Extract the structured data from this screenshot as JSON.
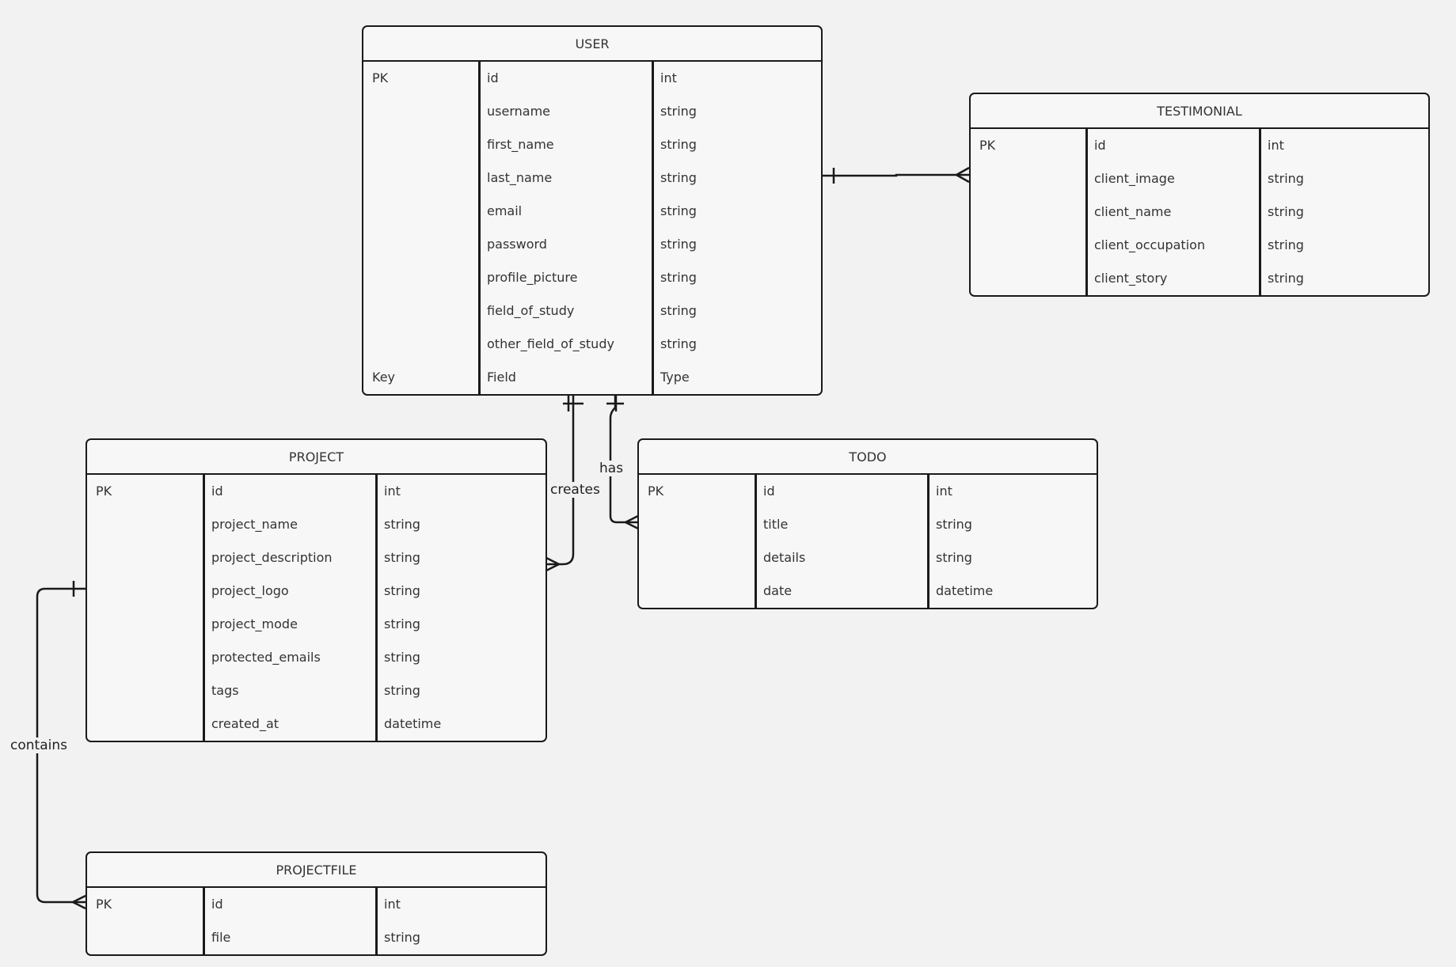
{
  "diagram": {
    "entities": [
      {
        "id": "user",
        "name": "USER",
        "rows": [
          {
            "key": "PK",
            "field": "id",
            "type": "int"
          },
          {
            "key": "",
            "field": "username",
            "type": "string"
          },
          {
            "key": "",
            "field": "first_name",
            "type": "string"
          },
          {
            "key": "",
            "field": "last_name",
            "type": "string"
          },
          {
            "key": "",
            "field": "email",
            "type": "string"
          },
          {
            "key": "",
            "field": "password",
            "type": "string"
          },
          {
            "key": "",
            "field": "profile_picture",
            "type": "string"
          },
          {
            "key": "",
            "field": "field_of_study",
            "type": "string"
          },
          {
            "key": "",
            "field": "other_field_of_study",
            "type": "string"
          },
          {
            "key": "Key",
            "field": "Field",
            "type": "Type"
          }
        ]
      },
      {
        "id": "testimonial",
        "name": "TESTIMONIAL",
        "rows": [
          {
            "key": "PK",
            "field": "id",
            "type": "int"
          },
          {
            "key": "",
            "field": "client_image",
            "type": "string"
          },
          {
            "key": "",
            "field": "client_name",
            "type": "string"
          },
          {
            "key": "",
            "field": "client_occupation",
            "type": "string"
          },
          {
            "key": "",
            "field": "client_story",
            "type": "string"
          }
        ]
      },
      {
        "id": "project",
        "name": "PROJECT",
        "rows": [
          {
            "key": "PK",
            "field": "id",
            "type": "int"
          },
          {
            "key": "",
            "field": "project_name",
            "type": "string"
          },
          {
            "key": "",
            "field": "project_description",
            "type": "string"
          },
          {
            "key": "",
            "field": "project_logo",
            "type": "string"
          },
          {
            "key": "",
            "field": "project_mode",
            "type": "string"
          },
          {
            "key": "",
            "field": "protected_emails",
            "type": "string"
          },
          {
            "key": "",
            "field": "tags",
            "type": "string"
          },
          {
            "key": "",
            "field": "created_at",
            "type": "datetime"
          }
        ]
      },
      {
        "id": "todo",
        "name": "TODO",
        "rows": [
          {
            "key": "PK",
            "field": "id",
            "type": "int"
          },
          {
            "key": "",
            "field": "title",
            "type": "string"
          },
          {
            "key": "",
            "field": "details",
            "type": "string"
          },
          {
            "key": "",
            "field": "date",
            "type": "datetime"
          }
        ]
      },
      {
        "id": "projectfile",
        "name": "PROJECTFILE",
        "rows": [
          {
            "key": "PK",
            "field": "id",
            "type": "int"
          },
          {
            "key": "",
            "field": "file",
            "type": "string"
          }
        ]
      }
    ],
    "relationships": [
      {
        "id": "user-testimonial",
        "label": "",
        "from": "USER",
        "to": "TESTIMONIAL",
        "from_cardinality": "one",
        "to_cardinality": "many"
      },
      {
        "id": "user-project",
        "label": "creates",
        "from": "USER",
        "to": "PROJECT",
        "from_cardinality": "one",
        "to_cardinality": "many"
      },
      {
        "id": "user-todo",
        "label": "has",
        "from": "USER",
        "to": "TODO",
        "from_cardinality": "one",
        "to_cardinality": "many"
      },
      {
        "id": "project-projectfile",
        "label": "contains",
        "from": "PROJECT",
        "to": "PROJECTFILE",
        "from_cardinality": "one",
        "to_cardinality": "many"
      }
    ],
    "colors": {
      "background": "#f2f2f2",
      "entity_fill": "#f7f7f7",
      "line": "#1a1a1a",
      "text": "#333333"
    }
  }
}
